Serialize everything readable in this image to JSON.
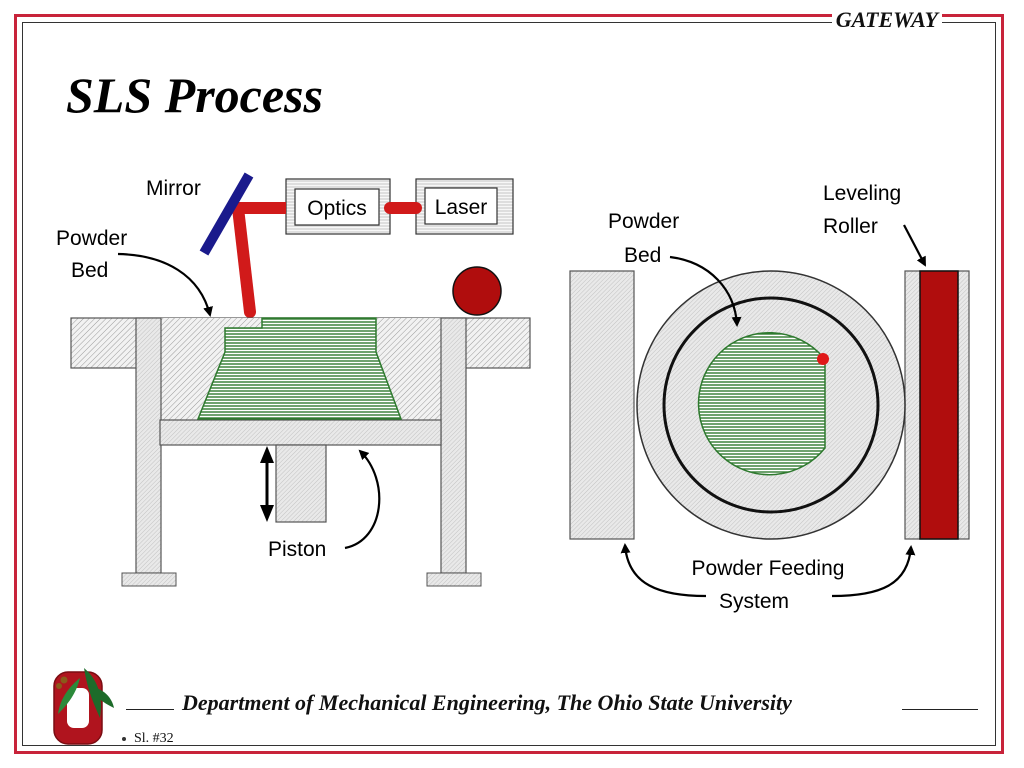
{
  "header": {
    "brand": "GATEWAY",
    "title": "SLS Process"
  },
  "left_diagram": {
    "labels": {
      "mirror": "Mirror",
      "optics": "Optics",
      "laser": "Laser",
      "powder_bed_line1": "Powder",
      "powder_bed_line2": "Bed",
      "piston": "Piston"
    }
  },
  "right_diagram": {
    "labels": {
      "powder_bed_line1": "Powder",
      "powder_bed_line2": "Bed",
      "roller_line1": "Leveling",
      "roller_line2": "Roller",
      "feeding_line1": "Powder Feeding",
      "feeding_line2": "System"
    }
  },
  "footer": {
    "department": "Department of Mechanical Engineering, The Ohio State University",
    "slide_number": "Sl. #32"
  },
  "colors": {
    "frame": "#c8233a",
    "beam": "#d11a1a",
    "mirror": "#1a1a8c",
    "part_green": "#2f7a2f",
    "roller_red": "#b00d0d"
  },
  "icons": {
    "logo": "ohio-state-block-o-logo-icon"
  }
}
